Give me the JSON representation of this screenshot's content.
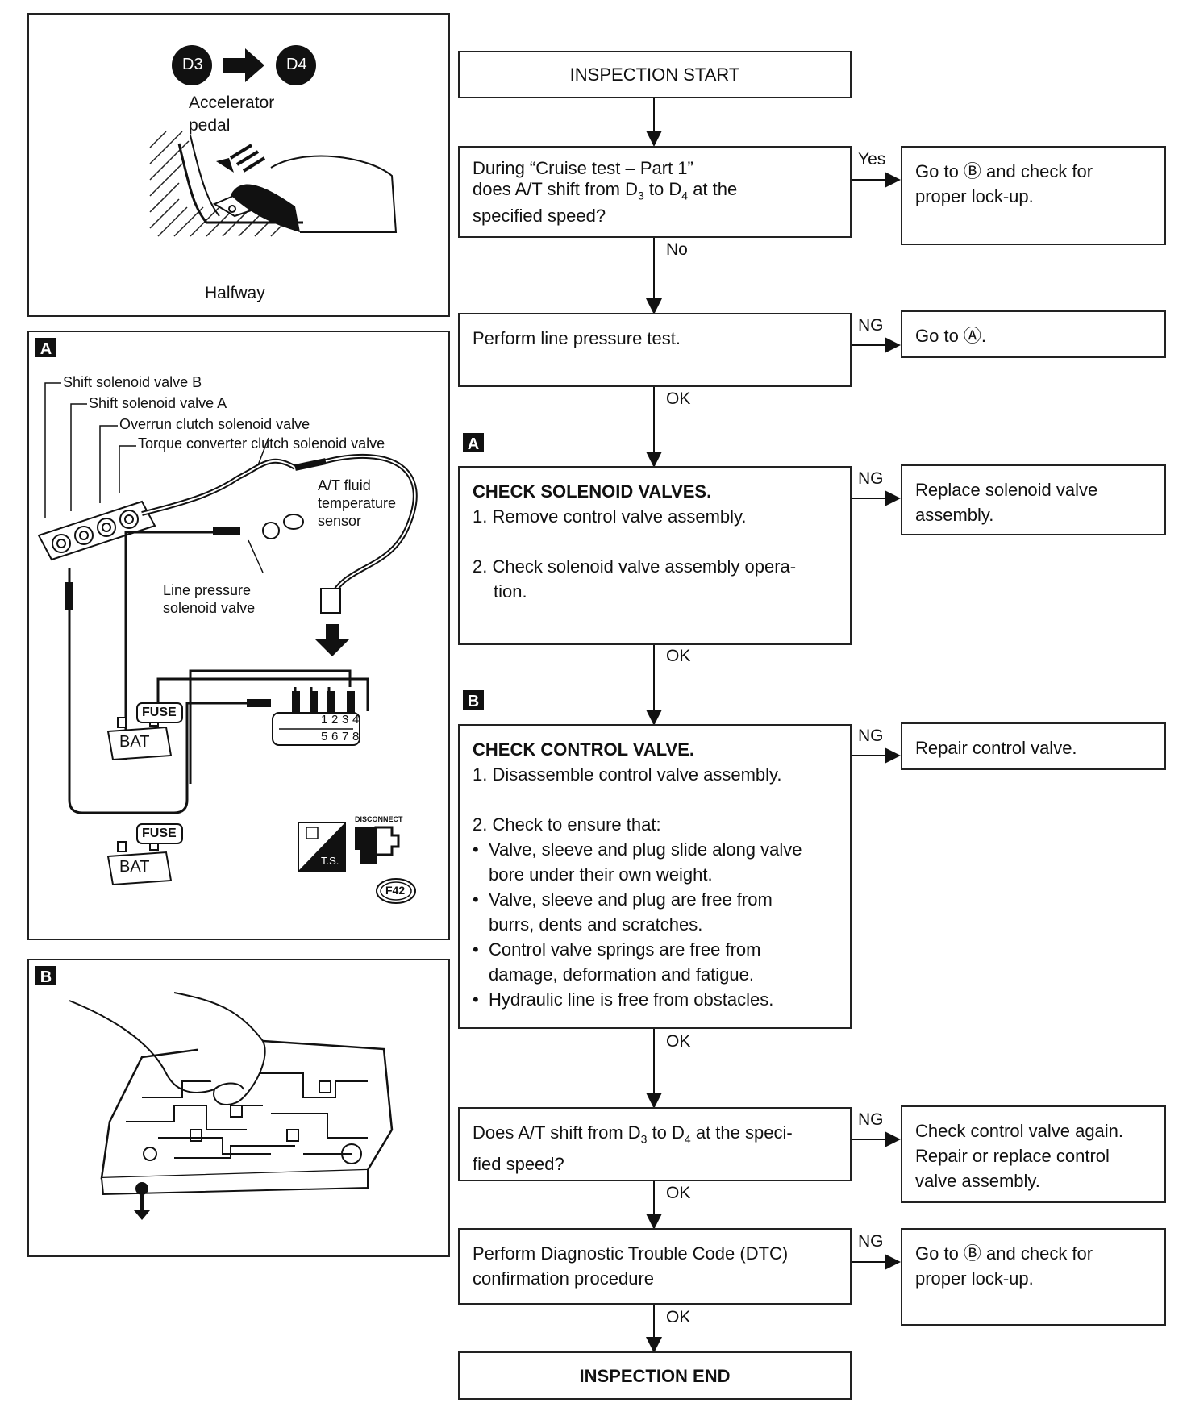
{
  "left": {
    "top_panel": {
      "d3": "D3",
      "d4": "D4",
      "accel_line1": "Accelerator",
      "accel_line2": "pedal",
      "caption": "Halfway"
    },
    "panel_a": {
      "tag": "A",
      "labels": {
        "ssv_b": "Shift solenoid valve B",
        "ssv_a": "Shift solenoid valve A",
        "overrun": "Overrun clutch solenoid valve",
        "tcc": "Torque converter clutch solenoid valve",
        "fluid1": "A/T fluid",
        "fluid2": "temperature",
        "fluid3": "sensor",
        "lp1": "Line pressure",
        "lp2": "solenoid valve"
      },
      "fuse": "FUSE",
      "bat": "BAT",
      "pins_top": [
        "1",
        "2",
        "3",
        "4"
      ],
      "pins_bottom": [
        "5",
        "6",
        "7",
        "8"
      ],
      "ts": "T.S.",
      "disconnect": "DISCONNECT",
      "connector": "F42"
    },
    "panel_b": {
      "tag": "B"
    }
  },
  "flow": {
    "start": "INSPECTION START",
    "q1": {
      "line1": "During “Cruise test – Part 1”",
      "line2": "does A/T shift from D",
      "sub3": "3",
      "to": " to D",
      "sub4": "4",
      "tail": " at the",
      "line3": "specified speed?"
    },
    "q1_yes": "Yes",
    "q1_yes_box": [
      "Go to Ⓑ and check for",
      "proper lock-up."
    ],
    "q1_no": "No",
    "lp": "Perform line pressure test.",
    "lp_ng": "NG",
    "lp_ng_box": "Go to Ⓐ.",
    "lp_ok": "OK",
    "tag_a": "A",
    "sol": {
      "title": "CHECK SOLENOID VALVES.",
      "step1": "1. Remove control valve assembly.",
      "step2a": "2. Check solenoid valve assembly opera-",
      "step2b": "tion."
    },
    "sol_ng": "NG",
    "sol_ng_box": [
      "Replace solenoid valve",
      "assembly."
    ],
    "sol_ok": "OK",
    "tag_b": "B",
    "cv": {
      "title": "CHECK CONTROL VALVE.",
      "step1": "1. Disassemble control valve assembly.",
      "step2": "2. Check to ensure that:",
      "bullets": [
        [
          "Valve, sleeve and plug slide along valve",
          "bore under their own weight."
        ],
        [
          "Valve, sleeve and plug are free from",
          "burrs, dents and scratches."
        ],
        [
          "Control valve springs are free from",
          "damage, deformation and fatigue."
        ],
        [
          "Hydraulic line is free from obstacles."
        ]
      ]
    },
    "cv_ng": "NG",
    "cv_ng_box": "Repair control valve.",
    "cv_ok": "OK",
    "q2": {
      "a": "Does A/T shift from D",
      "sub3": "3",
      "b": " to D",
      "sub4": "4",
      "c": " at the speci-",
      "line2": "fied speed?"
    },
    "q2_ng": "NG",
    "q2_ng_box": [
      "Check control valve again.",
      "Repair or replace control",
      "valve assembly."
    ],
    "q2_ok": "OK",
    "dtc": [
      "Perform Diagnostic Trouble Code (DTC)",
      "confirmation procedure"
    ],
    "dtc_ng": "NG",
    "dtc_ng_box": [
      "Go to Ⓑ and check for",
      "proper lock-up."
    ],
    "dtc_ok": "OK",
    "end": "INSPECTION END"
  }
}
